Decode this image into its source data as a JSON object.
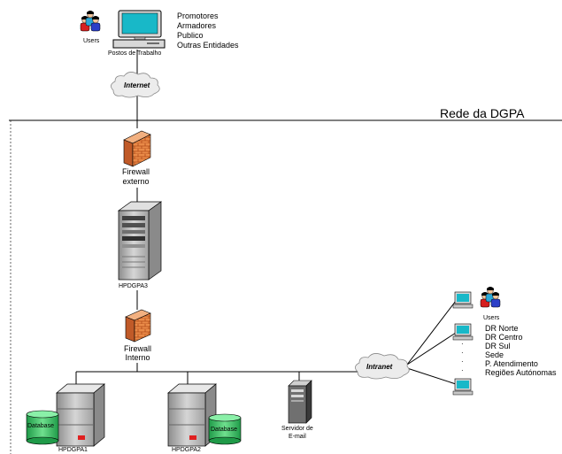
{
  "network": {
    "title": "Rede da DGPA",
    "internet": "Internet",
    "intranet": "Intranet"
  },
  "external": {
    "users_label": "Users",
    "workstation_label": "Postos de Trabalho",
    "entities": [
      "Promotores",
      "Armadores",
      "Publico",
      "Outras Entidades"
    ]
  },
  "servers": {
    "firewall_external": [
      "Firewall",
      "externo"
    ],
    "firewall_internal": [
      "Firewall",
      "Interno"
    ],
    "hpdgpa3": "HPDGPA3",
    "hpdgpa1": "HPDGPA1",
    "hpdgpa2": "HPDGPA2",
    "mail": [
      "Servidor de",
      "E-mail"
    ],
    "database_left": "Database",
    "database_right": "Database"
  },
  "internal_users": {
    "users_label": "Users",
    "locations": [
      "DR Norte",
      "DR Centro",
      "DR Sul",
      "Sede",
      "P. Atendimento",
      "Regiões Autónomas"
    ],
    "ellipsis": [
      "·",
      "·",
      "·",
      "·"
    ]
  },
  "colors": {
    "line": "#000000",
    "firewall_brick": "#e07a3c",
    "monitor_screen": "#18b8c8",
    "server_body": "#b0b0b0",
    "database": "#2db85c",
    "cloud": "#e8e8e8"
  }
}
